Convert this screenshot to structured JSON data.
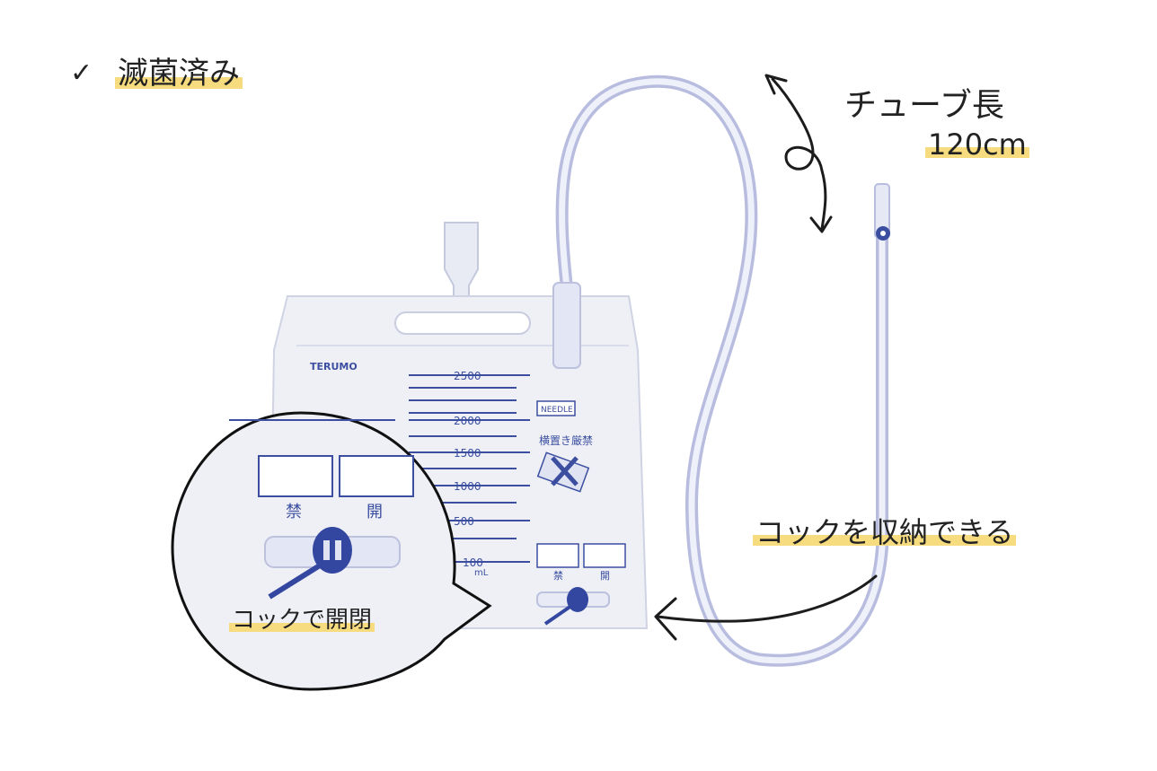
{
  "labels": {
    "sterile": "滅菌済み",
    "tube_title": "チューブ長",
    "tube_length": "120cm",
    "cock_storage": "コックを収納できる",
    "cock_open_close": "コックで開閉"
  },
  "bag": {
    "brand": "TERUMO",
    "scale": [
      "2500",
      "2000",
      "1500",
      "1000",
      "500",
      "100"
    ],
    "unit": "mL",
    "needle_badge": "NEEDLE",
    "notice": "横置き厳禁",
    "valve_labels": [
      "禁",
      "開"
    ]
  },
  "icons": {
    "check": "check-icon",
    "arrow_length": "double-arrow-icon",
    "arrow_storage": "curved-arrow-icon"
  },
  "colors": {
    "highlight": "#f7dc7f",
    "tube": "#c9cde8",
    "bag": "#eef0f6",
    "print": "#3c4ea0",
    "ink": "#1c1c1c"
  }
}
